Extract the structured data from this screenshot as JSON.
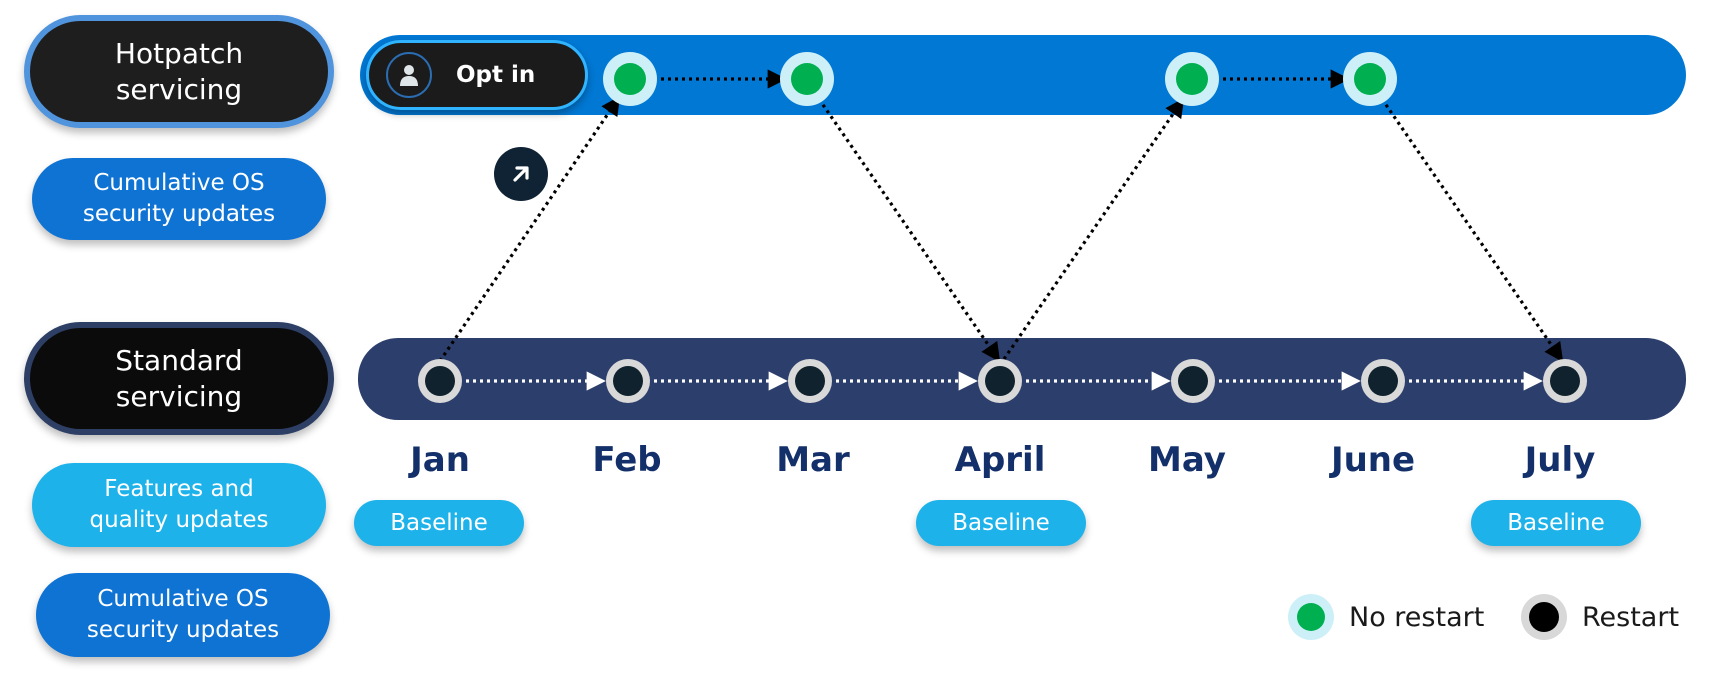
{
  "left_labels": {
    "hotpatch": "Hotpatch\nservicing",
    "hotpatch_updates": "Cumulative OS\nsecurity updates",
    "standard": "Standard\nservicing",
    "features": "Features and\nquality updates",
    "standard_updates": "Cumulative OS\nsecurity updates"
  },
  "opt_in": {
    "label": "Opt in",
    "icon": "user-icon"
  },
  "arrow_badge_icon": "arrow-up-right-icon",
  "months": [
    "Jan",
    "Feb",
    "Mar",
    "April",
    "May",
    "June",
    "July"
  ],
  "baseline_label": "Baseline",
  "legend": {
    "no_restart": "No restart",
    "restart": "Restart"
  },
  "colors": {
    "hotpatch_track": "#0078d4",
    "standard_track": "#2c3e6b",
    "no_restart_node": "#00b050",
    "restart_node": "#10222e",
    "baseline_pill": "#1eb2ea",
    "month_text": "#13306a"
  }
}
